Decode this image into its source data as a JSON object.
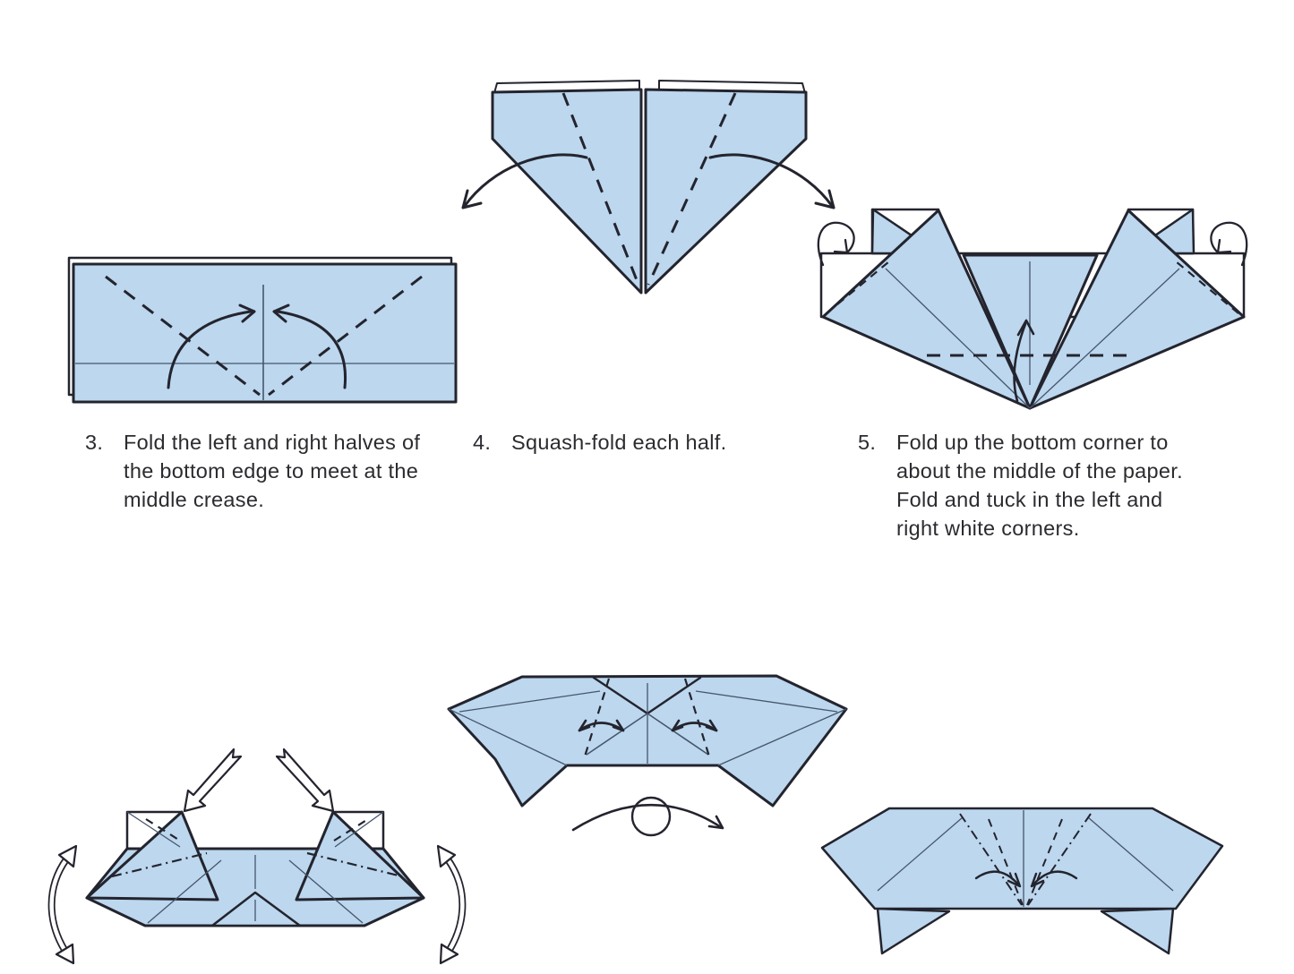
{
  "page": {
    "background": "#ffffff",
    "colors": {
      "paper_blue": "#bcd7ee",
      "outline": "#23242e",
      "thin_crease": "#46566b",
      "text": "#2b2b30"
    }
  },
  "steps": [
    {
      "number": "3.",
      "caption": "Fold the left and right halves of the bottom edge to meet at the middle crease."
    },
    {
      "number": "4.",
      "caption": "Squash-fold each half."
    },
    {
      "number": "5.",
      "caption": "Fold up the bottom corner to about the middle of the paper. Fold and tuck in the left and right white corners."
    }
  ],
  "figures": {
    "step3": "folded-strip-with-valley-fold-arrows",
    "step4": "squash-fold-each-half",
    "step5": "fold-up-bottom-corner-and-tuck",
    "step6": "push-in-corners-with-hollow-arrows",
    "step7": "spread-flaps-then-turn-over",
    "step8": "reverse-fold-creases-back-view"
  }
}
